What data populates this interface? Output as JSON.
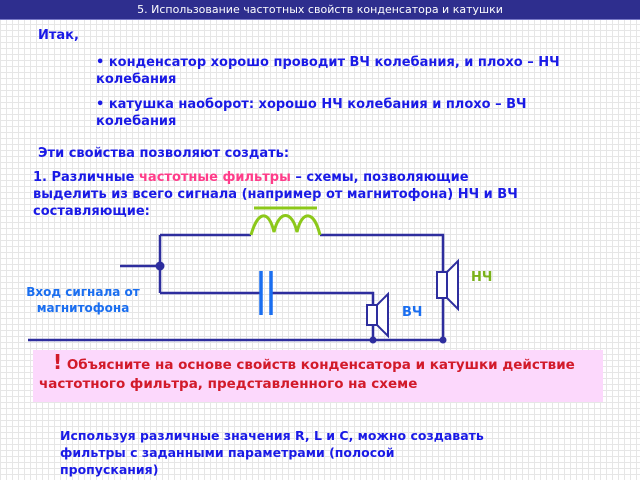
{
  "window": {
    "title": "5. Использование частотных свойств конденсатора и катушки"
  },
  "content": {
    "intro": "Итак,",
    "bullets": [
      "• конденсатор хорошо проводит ВЧ колебания, и плохо – НЧ колебания",
      "• катушка наоборот: хорошо НЧ колебания и плохо – ВЧ колебания"
    ],
    "properties_heading": "Эти свойства позволяют создать:",
    "item1": {
      "number": "1. Различные ",
      "highlight": "частотные фильтры",
      "rest": " – схемы, позволяющие выделить из всего сигнала (например от магнитофона) НЧ и ВЧ составляющие:"
    },
    "note": {
      "mark": "!",
      "text": " Объясните на основе свойств конденсатора и катушки действие частотного фильтра, представленного на схеме"
    },
    "footer": " Используя различные значения R, L и C, можно создавать фильтры с заданными параметрами (полосой пропускания)"
  },
  "diagram": {
    "input_label": "Вход сигнала от магнитофона",
    "low_freq_label": "НЧ",
    "high_freq_label": "ВЧ",
    "colors": {
      "wire": "#2e2e9e",
      "inductor": "#8cc81a",
      "capacitor": "#1a6ef0",
      "note_bg": "#fcd8fc",
      "note_text": "#d21a2a",
      "highlight": "#ff3d8a",
      "text": "#1a1ae6",
      "titlebar": "#2e2e8e"
    }
  }
}
